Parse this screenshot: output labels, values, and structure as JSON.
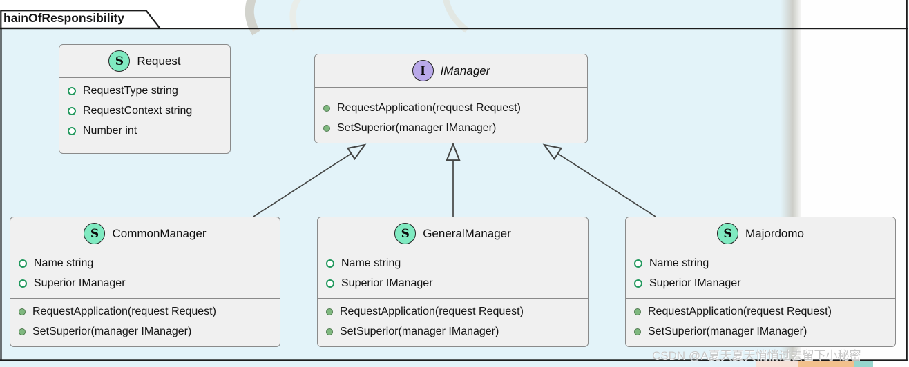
{
  "frame": {
    "tab_label": "hainOfResponsibility"
  },
  "watermark": {
    "brand_text": "CSDN @A夏天夏天悄悄过去留下小秘密"
  },
  "colors": {
    "canvas_background": "#e3f3f9",
    "box_fill": "#f0f0f0",
    "box_border": "#8a8a8a",
    "struct_badge": "#80eac1",
    "interface_badge": "#b9a9e9",
    "relation_line": "#454645",
    "frame_border": "#1b1b1b"
  },
  "classes": [
    {
      "stereotype": "S",
      "name": "Request",
      "fields": [
        "RequestType string",
        "RequestContext string",
        "Number int"
      ],
      "methods": []
    },
    {
      "stereotype": "I",
      "name": "IManager",
      "fields": [],
      "methods": [
        "RequestApplication(request Request)",
        "SetSuperior(manager IManager)"
      ]
    },
    {
      "stereotype": "S",
      "name": "CommonManager",
      "fields": [
        "Name string",
        "Superior IManager"
      ],
      "methods": [
        "RequestApplication(request Request)",
        "SetSuperior(manager IManager)"
      ]
    },
    {
      "stereotype": "S",
      "name": "GeneralManager",
      "fields": [
        "Name string",
        "Superior IManager"
      ],
      "methods": [
        "RequestApplication(request Request)",
        "SetSuperior(manager IManager)"
      ]
    },
    {
      "stereotype": "S",
      "name": "Majordomo",
      "fields": [
        "Name string",
        "Superior IManager"
      ],
      "methods": [
        "RequestApplication(request Request)",
        "SetSuperior(manager IManager)"
      ]
    }
  ],
  "relations": [
    {
      "from": "CommonManager",
      "to": "IManager",
      "type": "realization"
    },
    {
      "from": "GeneralManager",
      "to": "IManager",
      "type": "realization"
    },
    {
      "from": "Majordomo",
      "to": "IManager",
      "type": "realization"
    }
  ]
}
